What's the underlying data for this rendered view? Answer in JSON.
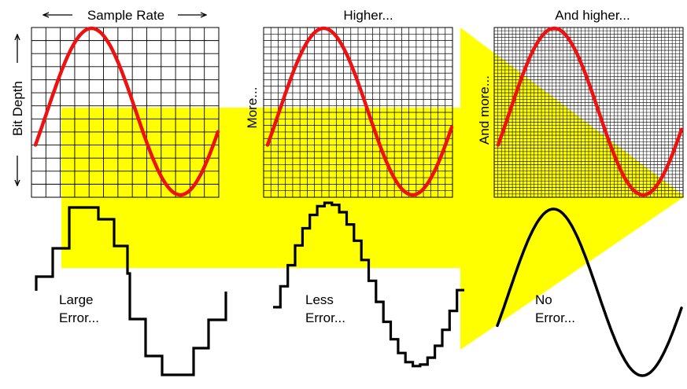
{
  "labels": {
    "sample_rate": "Sample Rate",
    "bit_depth": "Bit Depth",
    "higher": "Higher...",
    "and_higher": "And higher...",
    "more": "More...",
    "and_more": "And more...",
    "large_error_1": "Large",
    "large_error_2": "Error...",
    "less_error_1": "Less",
    "less_error_2": "Error...",
    "no_error_1": "No",
    "no_error_2": "Error..."
  },
  "panels": [
    {
      "name": "panel-low",
      "grid_divisions": 13,
      "waveform": "stepped-coarse"
    },
    {
      "name": "panel-medium",
      "grid_divisions": 26,
      "waveform": "stepped-fine"
    },
    {
      "name": "panel-high",
      "grid_divisions": 52,
      "waveform": "smooth"
    }
  ],
  "colors": {
    "highlight": "#ffff00",
    "wave": "#ee1111",
    "grid": "#000000",
    "output": "#000000"
  }
}
